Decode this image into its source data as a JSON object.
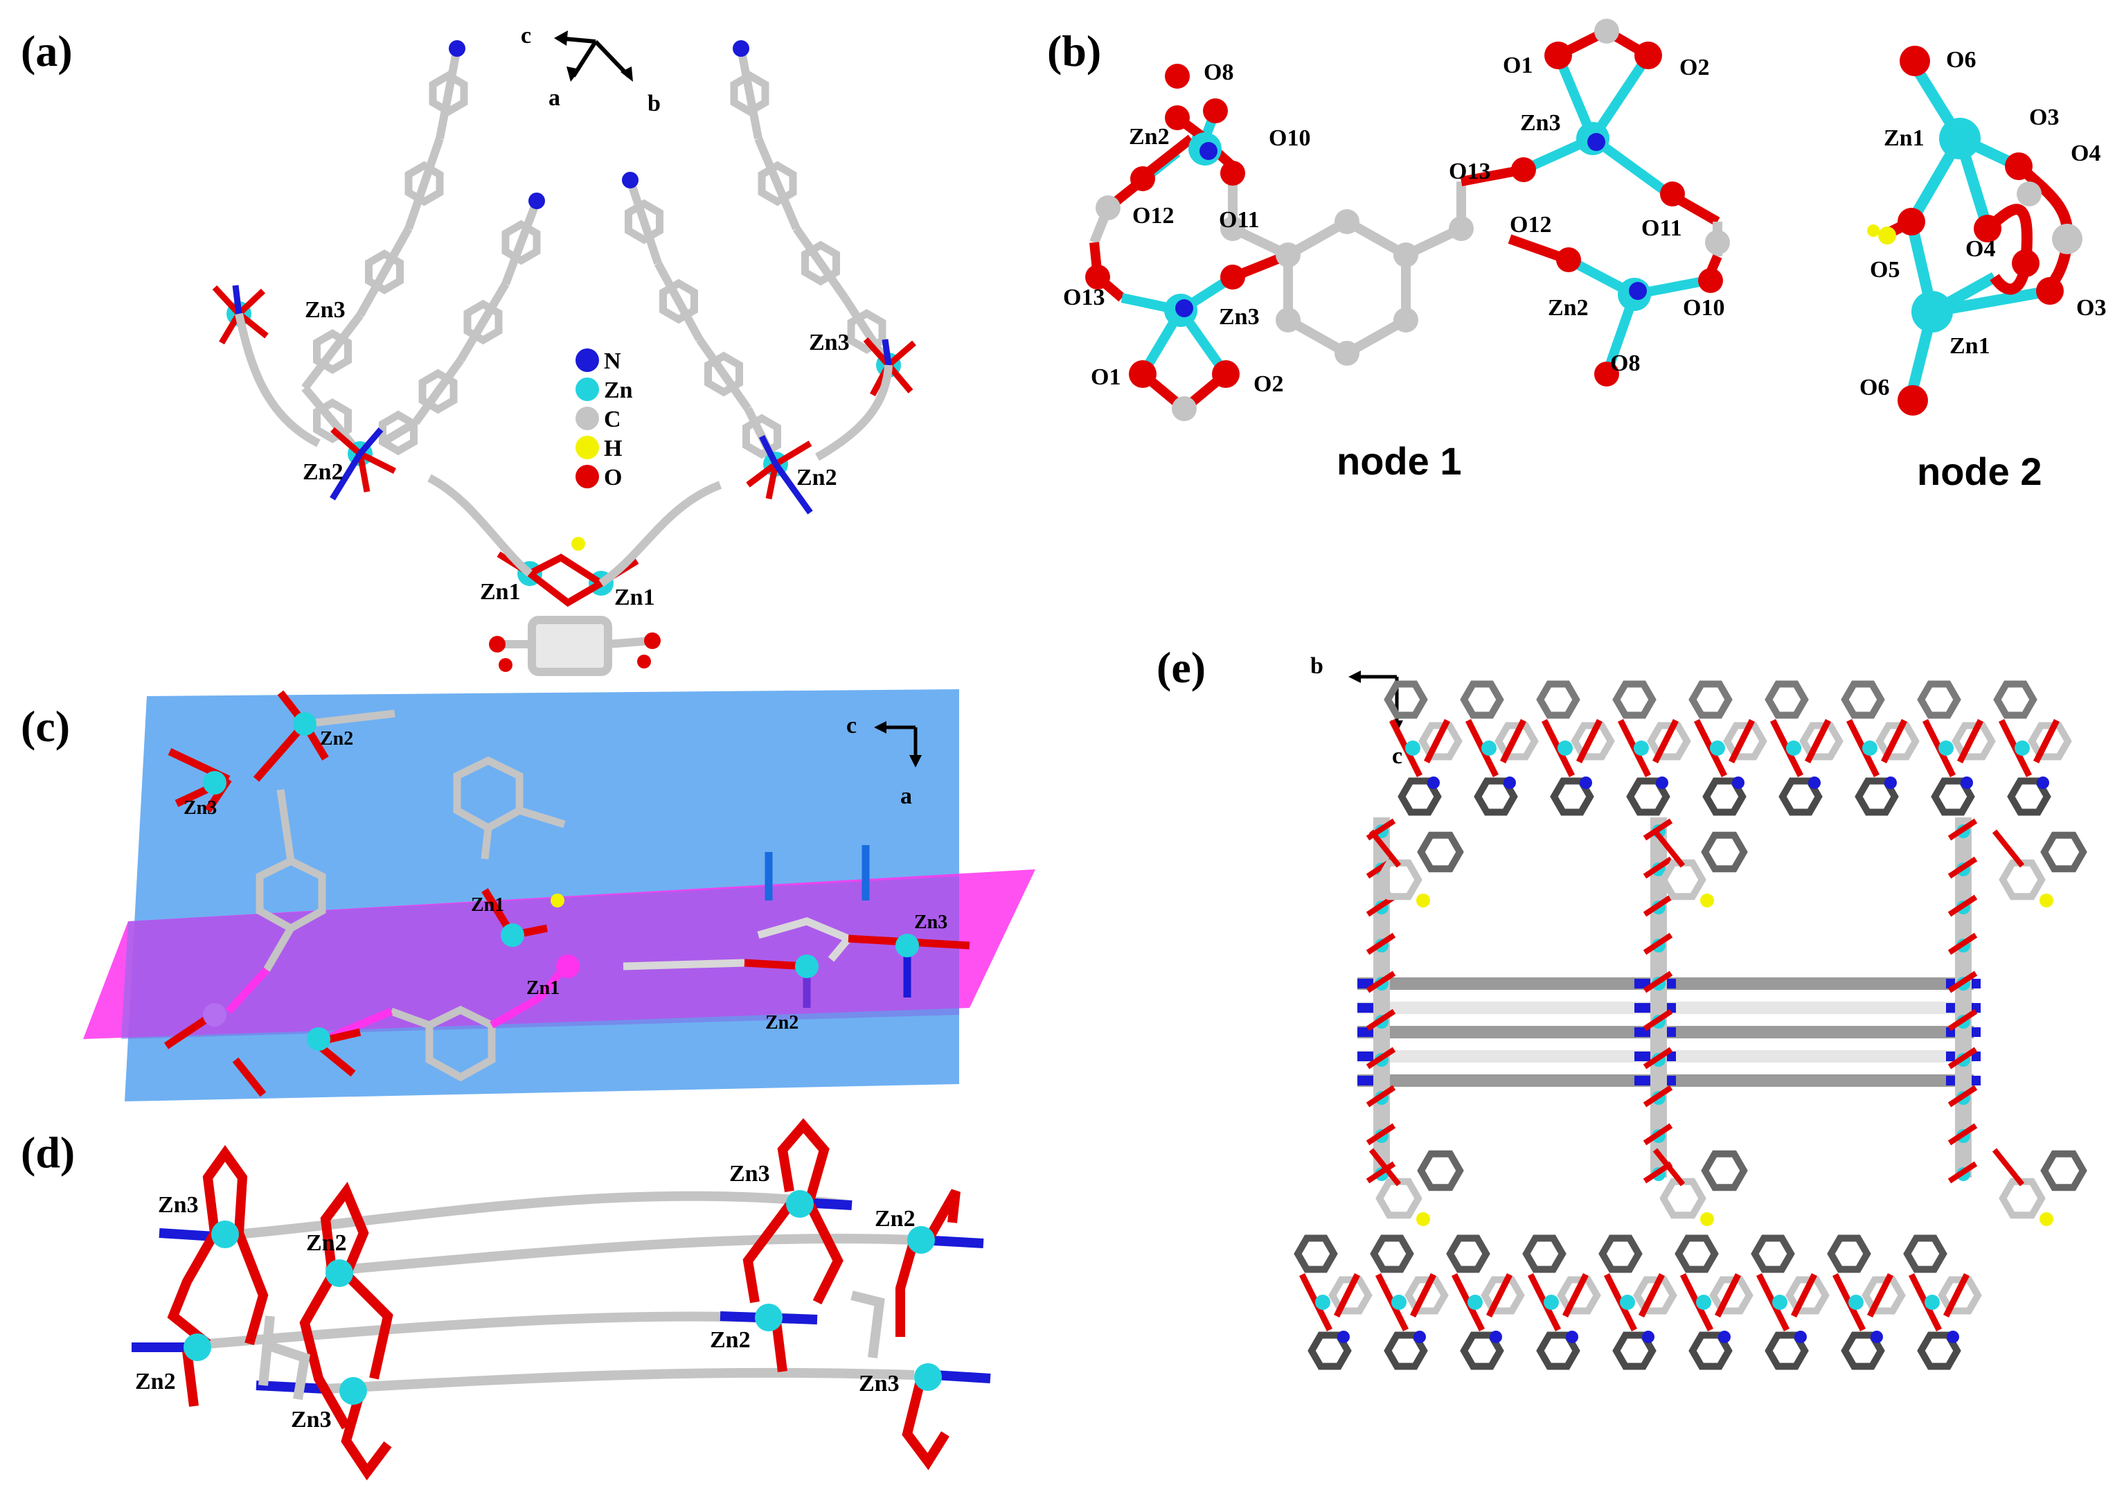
{
  "colors": {
    "N": "#1a1ad8",
    "Zn": "#22d3de",
    "C": "#c4c4c4",
    "H": "#f2f200",
    "O": "#e00000",
    "plane_blue": "#6fb0f2",
    "plane_magenta": "#ff33ee",
    "dark_C": "#6a6a6a"
  },
  "panels": {
    "a": {
      "label": "(a)",
      "axes": {
        "x": "c",
        "y": "a",
        "z": "b"
      },
      "legend": [
        {
          "element": "N",
          "icon": "blue-sphere-icon"
        },
        {
          "element": "Zn",
          "icon": "cyan-sphere-icon"
        },
        {
          "element": "C",
          "icon": "gray-sphere-icon"
        },
        {
          "element": "H",
          "icon": "yellow-sphere-icon"
        },
        {
          "element": "O",
          "icon": "red-sphere-icon"
        }
      ],
      "atoms": [
        "Zn3",
        "Zn3",
        "Zn2",
        "Zn2",
        "Zn1",
        "Zn1"
      ]
    },
    "b": {
      "label": "(b)",
      "node1_title": "node 1",
      "node2_title": "node 2",
      "node1_labels": [
        "O8",
        "Zn2",
        "O10",
        "O12",
        "O11",
        "O13",
        "Zn3",
        "O1",
        "O2",
        "O1",
        "O2",
        "Zn3",
        "O13",
        "O12",
        "O11",
        "Zn2",
        "O10",
        "O8"
      ],
      "node2_labels": [
        "O6",
        "Zn1",
        "O3",
        "O4",
        "O5",
        "O4",
        "O3",
        "Zn1",
        "O6"
      ]
    },
    "c": {
      "label": "(c)",
      "axes": {
        "x": "c",
        "y": "a"
      },
      "atoms": [
        "Zn2",
        "Zn3",
        "Zn1",
        "Zn1",
        "Zn2",
        "Zn3"
      ]
    },
    "d": {
      "label": "(d)",
      "atoms": [
        "Zn3",
        "Zn2",
        "Zn3",
        "Zn2",
        "Zn2",
        "Zn2",
        "Zn3",
        "Zn3"
      ]
    },
    "e": {
      "label": "(e)",
      "axes": {
        "x": "b",
        "y": "c"
      }
    }
  }
}
